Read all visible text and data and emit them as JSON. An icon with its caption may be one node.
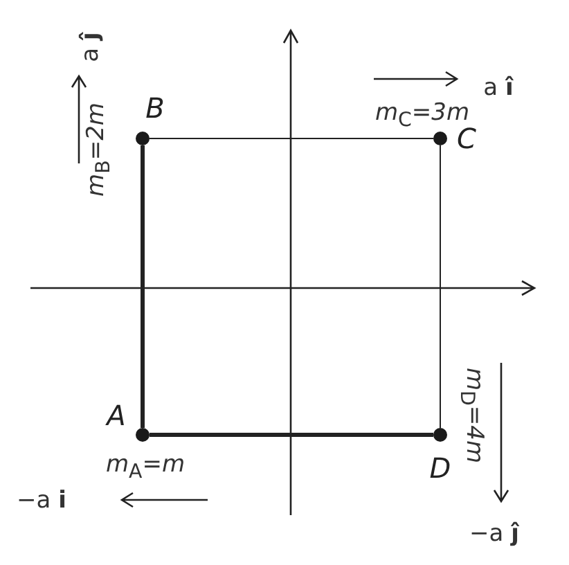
{
  "diagram": {
    "nodes": [
      {
        "text": [],
        "shape": "circle",
        "beside": [
          "A"
        ]
      },
      {
        "text": [],
        "shape": "circle",
        "beside": [
          "B"
        ]
      },
      {
        "text": [],
        "shape": "circle",
        "beside": [
          "C"
        ]
      },
      {
        "text": [],
        "shape": "circle",
        "beside": [
          "D"
        ]
      }
    ],
    "edges": [
      {
        "from": 0,
        "to": 1,
        "arrow": "none",
        "style": "thick"
      },
      {
        "from": 1,
        "to": 2,
        "arrow": "none"
      },
      {
        "from": 2,
        "to": 3,
        "arrow": "none"
      },
      {
        "from": 3,
        "to": 0,
        "arrow": "none",
        "style": "thick"
      }
    ],
    "labels": [
      "a **ĵ**",
      "*m*$_{B}$=*2m*",
      "a **î**",
      "*m*$_{C}$=*3m*",
      "*m*$_{A}$=*m*",
      "−a **i**",
      "*m*$_{D}$=*4m*",
      "−a **ĵ**"
    ]
  }
}
